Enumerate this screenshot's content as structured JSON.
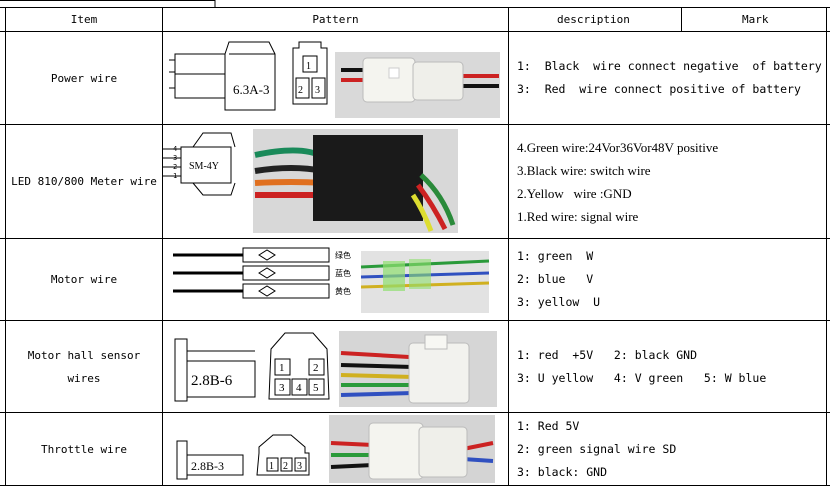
{
  "header": {
    "item": "Item",
    "pattern": "Pattern",
    "description": "description",
    "mark": "Mark"
  },
  "rows": [
    {
      "item": "Power wire",
      "connector_label": "6.3A-3",
      "pins": [
        "1",
        "2",
        "3"
      ],
      "description": [
        "1:  Black  wire connect negative  of battery",
        "3:  Red  wire connect positive of battery"
      ]
    },
    {
      "item": "LED 810/800 Meter wire",
      "connector_label": "SM-4Y",
      "pins": [
        "4",
        "3",
        "2",
        "1"
      ],
      "description": [
        "4.Green wire:24Vor36Vor48V positive",
        "3.Black wire: switch wire",
        "2.Yellow   wire :GND",
        "1.Red wire: signal wire"
      ]
    },
    {
      "item": "Motor wire",
      "wire_colors": [
        "绿色",
        "蓝色",
        "黄色"
      ],
      "description": [
        "1: green  W",
        "2: blue   V",
        "3: yellow  U"
      ]
    },
    {
      "item_lines": [
        "Motor hall sensor",
        "wires"
      ],
      "connector_label": "2.8B-6",
      "pins": [
        "1",
        "2",
        "3",
        "4",
        "5"
      ],
      "description": [
        "1: red  +5V   2: black GND",
        "3: U yellow   4: V green   5: W blue"
      ]
    },
    {
      "item": "Throttle wire",
      "connector_label": "2.8B-3",
      "pins": [
        "1",
        "2",
        "3"
      ],
      "description": [
        "1: Red 5V",
        "2: green signal wire SD",
        "3: black: GND"
      ]
    }
  ],
  "colors": {
    "grid": "#000000",
    "photo_bg": "#d8d8d8",
    "connector_white": "#f2f2ee"
  }
}
